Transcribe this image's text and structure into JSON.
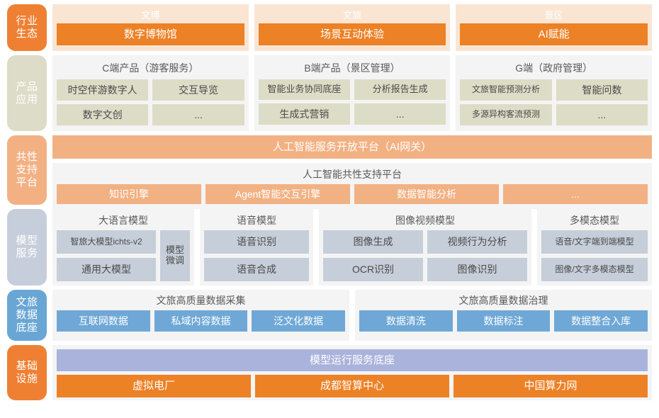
{
  "layers": {
    "ecosystem": {
      "side_label": [
        "行业",
        "生态"
      ],
      "groups": [
        {
          "title": "文博",
          "item": "数字博物馆"
        },
        {
          "title": "文旅",
          "item": "场景互动体验"
        },
        {
          "title": "景区",
          "item": "AI赋能"
        }
      ]
    },
    "product": {
      "side_label": [
        "产品",
        "应用"
      ],
      "groups": [
        {
          "title": "C端产品（游客服务）",
          "row1": [
            "时空伴游数字人",
            "交互导览"
          ],
          "row2": [
            "数字文创",
            "..."
          ]
        },
        {
          "title": "B端产品（景区管理）",
          "row1": [
            "智能业务协同底座",
            "分析报告生成"
          ],
          "row2": [
            "生成式营销",
            "..."
          ]
        },
        {
          "title": "G端（政府管理）",
          "row1": [
            "文旅智能预测分析",
            "智能问数"
          ],
          "row2": [
            "多源异构客流预测",
            "..."
          ]
        }
      ]
    },
    "support": {
      "side_label": [
        "共性",
        "支持",
        "平台"
      ],
      "gateway": "人工智能服务开放平台（AI网关）",
      "platform_title": "人工智能共性支持平台",
      "chips": [
        "知识引擎",
        "Agent智能交互引擎",
        "数据智能分析",
        "..."
      ]
    },
    "model": {
      "side_label": [
        "模型",
        "服务"
      ],
      "groups": [
        {
          "title": "大语言模型",
          "left": [
            "智旅大模型ichts-v2",
            "通用大模型"
          ],
          "right": "模型微调"
        },
        {
          "title": "语音模型",
          "items": [
            "语音识别",
            "语音合成"
          ]
        },
        {
          "title": "图像视频模型",
          "row1": [
            "图像生成",
            "视频行为分析"
          ],
          "row2": [
            "OCR识别",
            "图像识别"
          ]
        },
        {
          "title": "多模态模型",
          "items": [
            "语音/文字端到端模型",
            "图像/文字多模态模型"
          ]
        }
      ]
    },
    "data": {
      "side_label": [
        "文旅",
        "数据",
        "底座"
      ],
      "groups": [
        {
          "title": "文旅高质量数据采集",
          "items": [
            "互联网数据",
            "私域内容数据",
            "泛文化数据"
          ]
        },
        {
          "title": "文旅高质量数据治理",
          "items": [
            "数据清洗",
            "数据标注",
            "数据整合入库"
          ]
        }
      ]
    },
    "infra": {
      "side_label": [
        "基础",
        "设施"
      ],
      "runtime_bar": "模型运行服务底座",
      "items": [
        "虚拟电厂",
        "成都智算中心",
        "中国算力网"
      ]
    }
  },
  "colors": {
    "orange": "#ec8126",
    "light_orange": "#f2b183",
    "peach_panel": "#fae5d3",
    "khaki": "#dddcc6",
    "khaki_side": "#dcdcc8",
    "gray_blue": "#c6ced9",
    "blue": "#6fa8d6",
    "periwinkle": "#aab3db",
    "panel_bg": "#f4f4f4"
  }
}
